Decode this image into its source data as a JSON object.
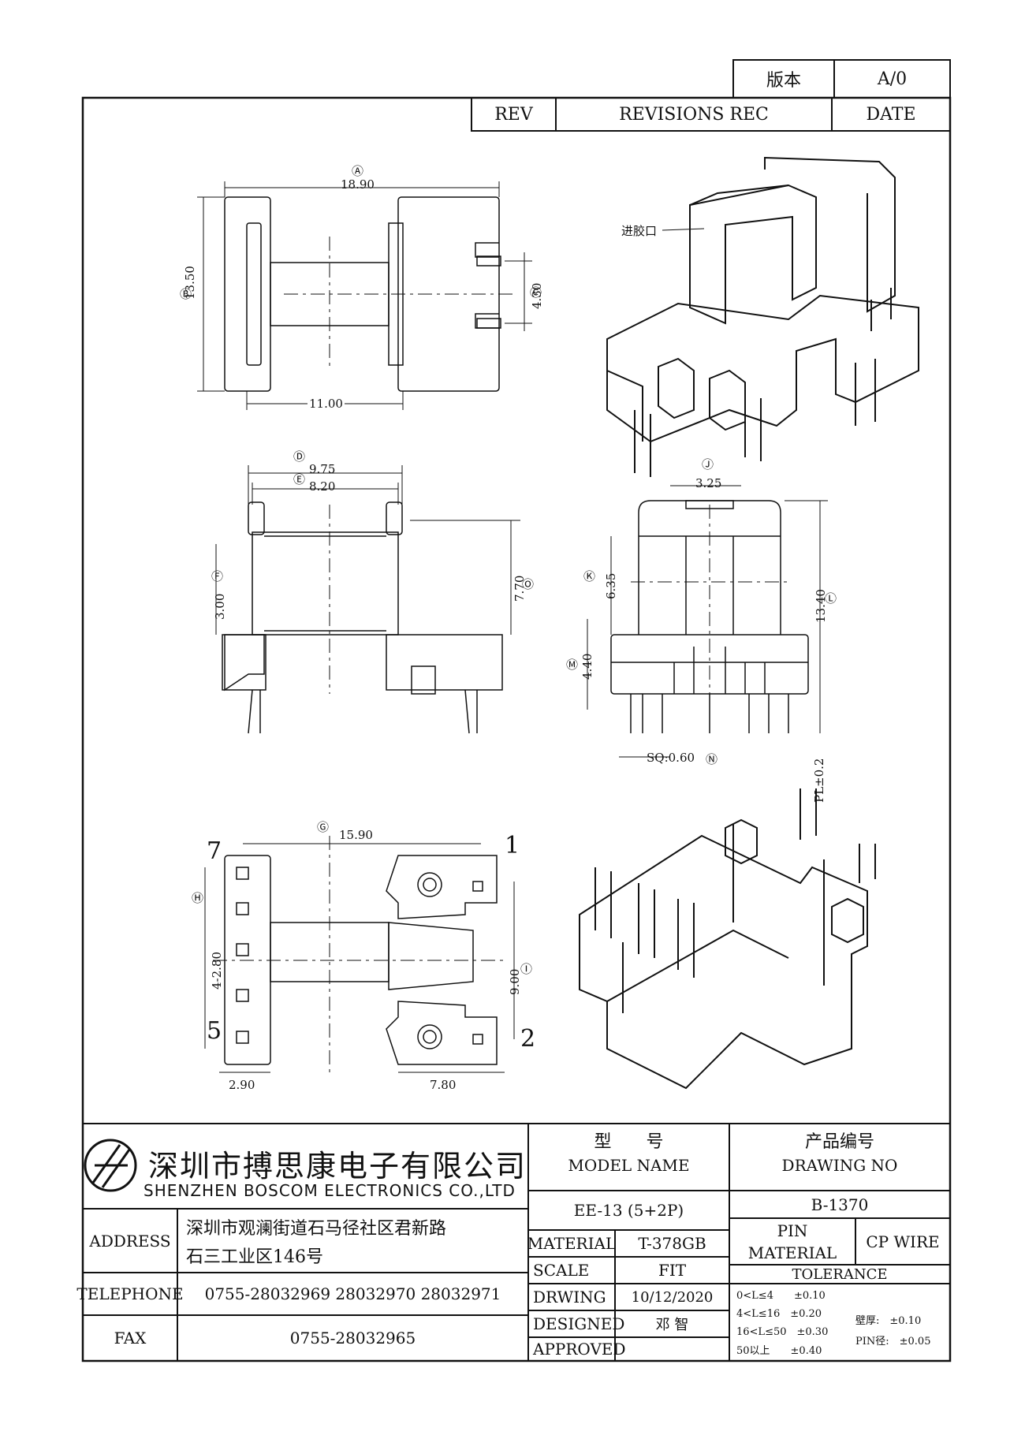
{
  "header": {
    "version_label": "版本",
    "version_value": "A/0",
    "rev_label": "REV",
    "revisions_label": "REVISIONS REC",
    "date_label": "DATE"
  },
  "drawing": {
    "top_view": {
      "dim_a": "18.90",
      "dim_a_tag": "Ⓐ",
      "dim_b": "13.50",
      "dim_b_tag": "Ⓑ",
      "dim_c": "4.30",
      "dim_c_tag": "Ⓒ",
      "dim_bottom": "11.00"
    },
    "iso_top": {
      "callout": "进胶口"
    },
    "front_view": {
      "dim_d": "9.75",
      "dim_d_tag": "Ⓓ",
      "dim_e": "8.20",
      "dim_e_tag": "Ⓔ",
      "dim_f": "3.00",
      "dim_f_tag": "Ⓕ",
      "dim_o": "7.70",
      "dim_o_tag": "Ⓞ"
    },
    "side_view": {
      "dim_j": "3.25",
      "dim_j_tag": "Ⓙ",
      "dim_k": "6.35",
      "dim_k_tag": "Ⓚ",
      "dim_l": "13.40",
      "dim_l_tag": "Ⓛ",
      "dim_m": "4.40",
      "dim_m_tag": "Ⓜ",
      "dim_n": "SQ:0.60",
      "dim_n_tag": "Ⓝ",
      "pl": "PL±0.2"
    },
    "bottom_view": {
      "dim_g": "15.90",
      "dim_g_tag": "Ⓖ",
      "dim_h_tag": "Ⓗ",
      "dim_pitch": "4-2.80",
      "dim_i": "9.00",
      "dim_i_tag": "Ⓘ",
      "dim_left": "2.90",
      "dim_right": "7.80",
      "pin_7": "7",
      "pin_5": "5",
      "pin_1": "1",
      "pin_2": "2"
    }
  },
  "title_block": {
    "company_cn": "深圳市搏思康电子有限公司",
    "company_en": "SHENZHEN BOSCOM ELECTRONICS CO.,LTD",
    "address_label": "ADDRESS",
    "address_line1": "深圳市观澜街道石马径社区君新路",
    "address_line2": "石三工业区146号",
    "telephone_label": "TELEPHONE",
    "telephone_value": "0755-28032969 28032970 28032971",
    "fax_label": "FAX",
    "fax_value": "0755-28032965",
    "model_cn": "型　　号",
    "model_en": "MODEL NAME",
    "model_value": "EE-13 (5+2P)",
    "drawing_no_cn": "产品编号",
    "drawing_no_en": "DRAWING NO",
    "drawing_no_value": "B-1370",
    "material_label": "MATERIAL",
    "material_value": "T-378GB",
    "pin_material_label1": "PIN",
    "pin_material_label2": "MATERIAL",
    "pin_material_value": "CP WIRE",
    "scale_label": "SCALE",
    "scale_value": "FIT",
    "tolerance_label": "TOLERANCE",
    "drwing_label": "DRWING",
    "drwing_value": "10/12/2020",
    "designed_label": "DESIGNED",
    "designed_value": "邓 智",
    "approved_label": "APPROVED",
    "tol_1": "0<L≤4　　±0.10",
    "tol_2": "4<L≤16　±0.20",
    "tol_3": "16<L≤50　±0.30",
    "tol_4": "50以上　　±0.40",
    "tol_wall": "壁厚:　±0.10",
    "tol_pin": "PIN径:　±0.05"
  }
}
